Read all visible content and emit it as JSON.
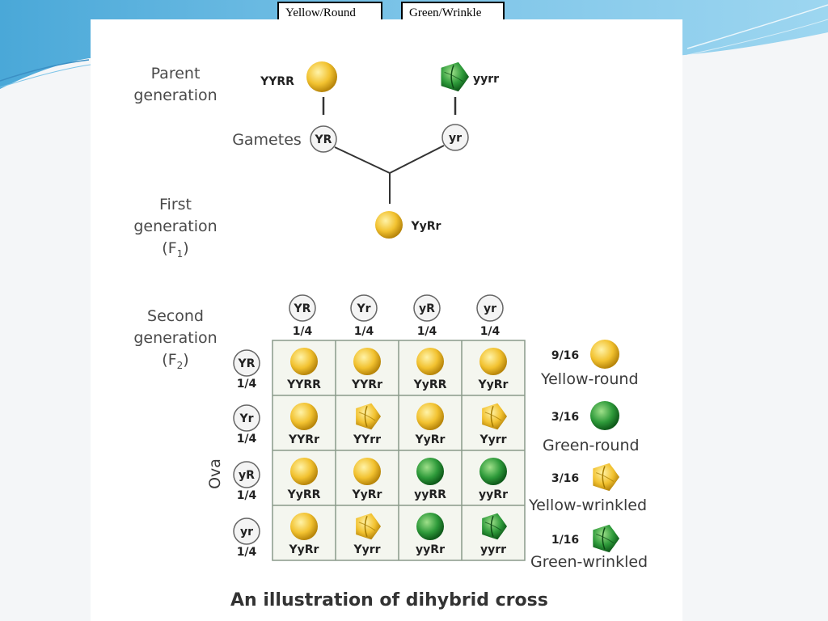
{
  "header_labels": {
    "left": "Yellow/Round",
    "right": "Green/Wrinkle"
  },
  "sections": {
    "parent": "Parent generation",
    "first": "First generation (F1)",
    "second": "Second generation (F2)"
  },
  "parents": {
    "left_genotype": "YYRR",
    "right_genotype": "yyrr",
    "gametes_label": "Gametes",
    "left_gamete": "YR",
    "right_gamete": "yr"
  },
  "f1": {
    "genotype": "YyRr"
  },
  "punnett": {
    "pollen": [
      {
        "allele": "YR",
        "fraction": "1/4"
      },
      {
        "allele": "Yr",
        "fraction": "1/4"
      },
      {
        "allele": "yR",
        "fraction": "1/4"
      },
      {
        "allele": "yr",
        "fraction": "1/4"
      }
    ],
    "ova_label": "Ova",
    "ova": [
      {
        "allele": "YR",
        "fraction": "1/4"
      },
      {
        "allele": "Yr",
        "fraction": "1/4"
      },
      {
        "allele": "yR",
        "fraction": "1/4"
      },
      {
        "allele": "yr",
        "fraction": "1/4"
      }
    ],
    "cells": [
      [
        {
          "g": "YYRR",
          "p": "yellow-round"
        },
        {
          "g": "YYRr",
          "p": "yellow-round"
        },
        {
          "g": "YyRR",
          "p": "yellow-round"
        },
        {
          "g": "YyRr",
          "p": "yellow-round"
        }
      ],
      [
        {
          "g": "YYRr",
          "p": "yellow-round"
        },
        {
          "g": "YYrr",
          "p": "yellow-wrinkled"
        },
        {
          "g": "YyRr",
          "p": "yellow-round"
        },
        {
          "g": "Yyrr",
          "p": "yellow-wrinkled"
        }
      ],
      [
        {
          "g": "YyRR",
          "p": "yellow-round"
        },
        {
          "g": "YyRr",
          "p": "yellow-round"
        },
        {
          "g": "yyRR",
          "p": "green-round"
        },
        {
          "g": "yyRr",
          "p": "green-round"
        }
      ],
      [
        {
          "g": "YyRr",
          "p": "yellow-round"
        },
        {
          "g": "Yyrr",
          "p": "yellow-wrinkled"
        },
        {
          "g": "yyRr",
          "p": "green-round"
        },
        {
          "g": "yyrr",
          "p": "green-wrinkled"
        }
      ]
    ]
  },
  "legend": [
    {
      "fraction": "9/16",
      "label": "Yellow-round",
      "phenotype": "yellow-round"
    },
    {
      "fraction": "3/16",
      "label": "Green-round",
      "phenotype": "green-round"
    },
    {
      "fraction": "3/16",
      "label": "Yellow-wrinkled",
      "phenotype": "yellow-wrinkled"
    },
    {
      "fraction": "1/16",
      "label": "Green-wrinkled",
      "phenotype": "green-wrinkled"
    }
  ],
  "caption": "An illustration of dihybrid cross",
  "colors": {
    "yellow": "#f2c230",
    "green": "#2e9a3a",
    "grid": "#8a9a8a",
    "cell_bg": "#f4f6ef"
  }
}
